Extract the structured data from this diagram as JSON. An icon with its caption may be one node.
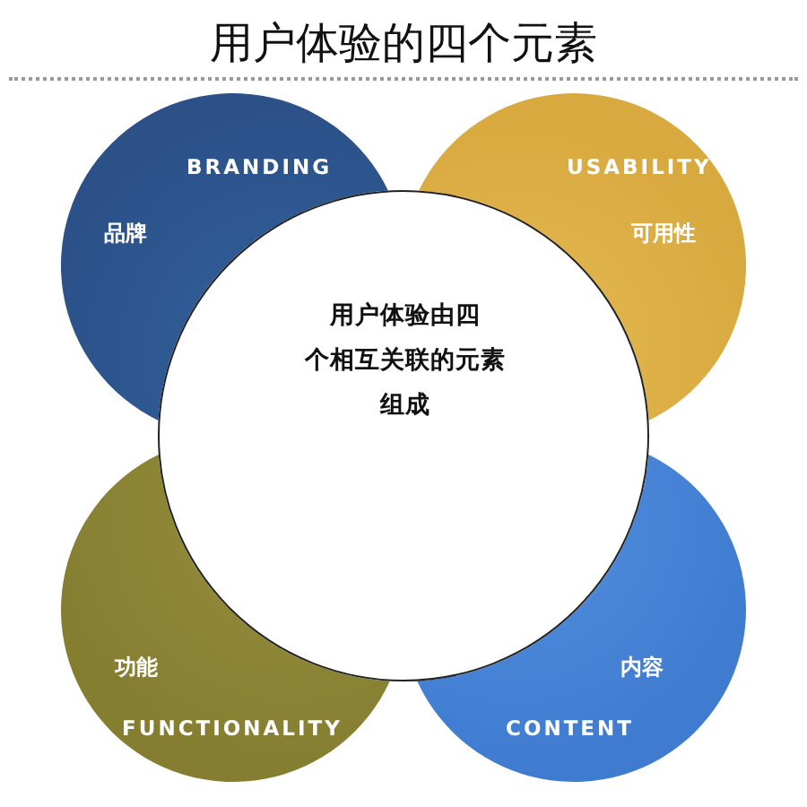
{
  "diagram": {
    "title": "用户体验的四个元素",
    "nodes": [
      {
        "text": [
          "BRANDING",
          "品牌"
        ]
      },
      {
        "text": [
          "USABILITY",
          "可用性"
        ]
      },
      {
        "text": [
          "用户体验由四个相互关联的元素组成"
        ]
      },
      {
        "text": [
          "功能",
          "FUNCTIONALITY"
        ]
      },
      {
        "text": [
          "内容",
          "CONTENT"
        ]
      }
    ]
  }
}
